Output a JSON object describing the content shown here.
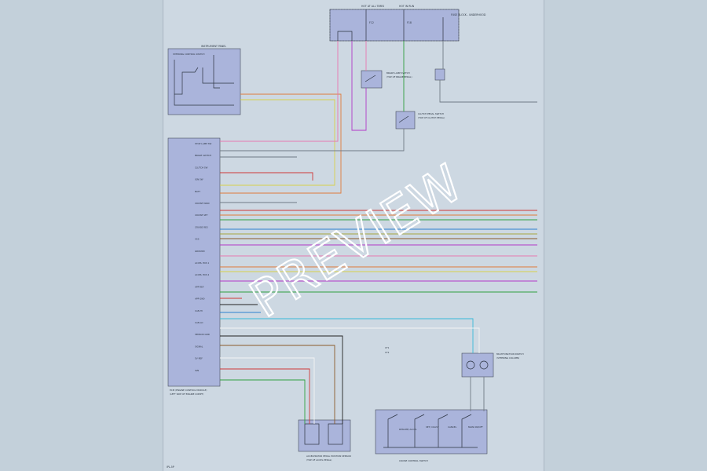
{
  "page": {
    "watermark": "PREVIEW",
    "sheet_code": "IPL-5P"
  },
  "blocks": {
    "fuse_block": {
      "title": "FUSE BLOCK - UNDERHOOD",
      "fuses": [
        "F12",
        "F18"
      ],
      "sub": [
        "HOT AT ALL TIMES",
        "HOT IN RUN"
      ]
    },
    "instrument_panel": {
      "title": "INSTRUMENT PANEL",
      "sub": [
        "STEERING CONTROL SWITCH"
      ]
    },
    "ecm": {
      "title": "ECM (ENGINE CONTROL MODULE)",
      "note": "(LEFT SIDE OF ENGINE COMPT)"
    },
    "brake_switch": {
      "title": "BRAKE LAMP SWITCH",
      "note": "(TOP OF BRAKE PEDAL)"
    },
    "clutch_switch": {
      "title": "CLUTCH PEDAL SWITCH",
      "note": "(TOP OF CLUTCH PEDAL)"
    },
    "accel_sensor": {
      "title": "ACCELERATOR PEDAL POSITION SENSOR",
      "note": "(TOP OF ACCEL PEDAL)"
    },
    "multifunction": {
      "title": "MULTIFUNCTION SWITCH",
      "note": "(STEERING COLUMN)"
    },
    "cruise_switch": {
      "title": "CRUISE CONTROL SWITCH",
      "labels": [
        "RESUME/ ACCEL",
        "SET/ COAST",
        "CANCEL",
        "MAIN ON/OFF"
      ]
    },
    "legend": {
      "items": [
        "CT1",
        "CT2"
      ]
    }
  },
  "ecm_pins": [
    "STOP LAMP SW",
    "BRAKE SWITCH",
    "CLUTCH SW",
    "IGN SW",
    "BATT",
    "CRUISE MAIN",
    "CRUISE SET",
    "CRUISE RES",
    "VSS",
    "GROUND",
    "ACCEL POS 1",
    "ACCEL POS 2",
    "APP REF",
    "APP GND",
    "CAN HI",
    "CAN LO",
    "SENSOR GND",
    "SIGNAL",
    "5V REF",
    "IGN"
  ],
  "wire_colors": {
    "orange": "#e07a3a",
    "yellow": "#d8d04a",
    "pink": "#e877b0",
    "purple": "#b238c8",
    "green": "#30a040",
    "red": "#d03838",
    "blue": "#2a80d0",
    "cyan": "#38b8d8",
    "brown": "#8b5a2b",
    "olive": "#a6a640",
    "gray": "#707a86",
    "black": "#222222",
    "white": "#f4f4f4"
  }
}
